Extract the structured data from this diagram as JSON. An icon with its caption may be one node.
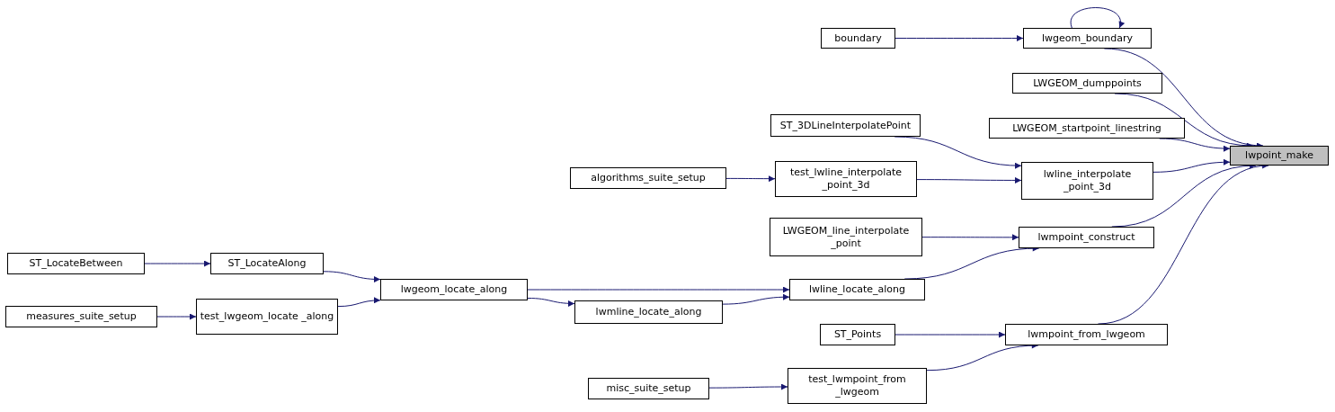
{
  "diagram": {
    "nodes": [
      {
        "text": [
          "lwpoint_make"
        ]
      },
      {
        "text": [
          "lwgeom_boundary"
        ]
      },
      {
        "text": [
          "boundary"
        ]
      },
      {
        "text": [
          "LWGEOM_dumppoints"
        ]
      },
      {
        "text": [
          "LWGEOM_startpoint_linestring"
        ]
      },
      {
        "text": [
          "ST_3DLineInterpolatePoint"
        ]
      },
      {
        "text": [
          "lwline_interpolate _point_3d"
        ]
      },
      {
        "text": [
          "test_lwline_interpolate _point_3d"
        ]
      },
      {
        "text": [
          "algorithms_suite_setup"
        ]
      },
      {
        "text": [
          "LWGEOM_line_interpolate _point"
        ]
      },
      {
        "text": [
          "lwmpoint_construct"
        ]
      },
      {
        "text": [
          "lwline_locate_along"
        ]
      },
      {
        "text": [
          "lwgeom_locate_along"
        ]
      },
      {
        "text": [
          "ST_LocateAlong"
        ]
      },
      {
        "text": [
          "ST_LocateBetween"
        ]
      },
      {
        "text": [
          "test_lwgeom_locate _along"
        ]
      },
      {
        "text": [
          "measures_suite_setup"
        ]
      },
      {
        "text": [
          "lwmline_locate_along"
        ]
      },
      {
        "text": [
          "lwmpoint_from_lwgeom"
        ]
      },
      {
        "text": [
          "ST_Points"
        ]
      },
      {
        "text": [
          "test_lwmpoint_from _lwgeom"
        ]
      },
      {
        "text": [
          "misc_suite_setup"
        ]
      }
    ],
    "edges": [
      {
        "from": 1,
        "to": 0,
        "arrow": "to"
      },
      {
        "from": 1,
        "to": 1,
        "arrow": "to"
      },
      {
        "from": 2,
        "to": 1,
        "arrow": "to"
      },
      {
        "from": 3,
        "to": 0,
        "arrow": "to"
      },
      {
        "from": 4,
        "to": 0,
        "arrow": "to"
      },
      {
        "from": 6,
        "to": 0,
        "arrow": "to"
      },
      {
        "from": 5,
        "to": 6,
        "arrow": "to"
      },
      {
        "from": 7,
        "to": 6,
        "arrow": "to"
      },
      {
        "from": 8,
        "to": 7,
        "arrow": "to"
      },
      {
        "from": 10,
        "to": 0,
        "arrow": "to"
      },
      {
        "from": 9,
        "to": 10,
        "arrow": "to"
      },
      {
        "from": 11,
        "to": 10,
        "arrow": "to"
      },
      {
        "from": 12,
        "to": 11,
        "arrow": "to"
      },
      {
        "from": 17,
        "to": 11,
        "arrow": "to"
      },
      {
        "from": 13,
        "to": 12,
        "arrow": "to"
      },
      {
        "from": 14,
        "to": 13,
        "arrow": "to"
      },
      {
        "from": 15,
        "to": 12,
        "arrow": "to"
      },
      {
        "from": 16,
        "to": 15,
        "arrow": "to"
      },
      {
        "from": 12,
        "to": 17,
        "arrow": "to"
      },
      {
        "from": 18,
        "to": 0,
        "arrow": "to"
      },
      {
        "from": 19,
        "to": 18,
        "arrow": "to"
      },
      {
        "from": 20,
        "to": 18,
        "arrow": "to"
      },
      {
        "from": 21,
        "to": 20,
        "arrow": "to"
      }
    ]
  }
}
